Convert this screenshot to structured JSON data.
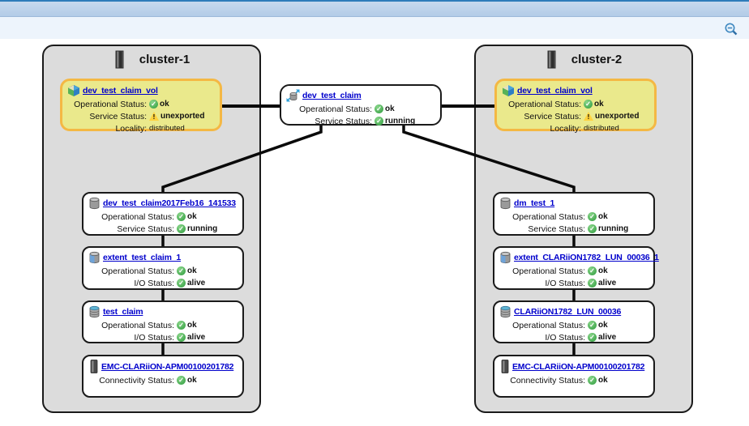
{
  "header": {
    "zoom_out_icon": "zoom-out-icon"
  },
  "clusters": [
    {
      "title": "cluster-1",
      "icon": "cluster-tower-icon"
    },
    {
      "title": "cluster-2",
      "icon": "cluster-tower-icon"
    }
  ],
  "status_colors": {
    "ok_green": "#2c9a3c",
    "warning_yellow": "#ffd23e",
    "link_blue": "#0000cc",
    "virtual_volume_fill": "#eae98c",
    "virtual_volume_border": "#f4b844"
  },
  "nodes": {
    "c1_vv": {
      "title": "dev_test_claim_vol",
      "icon": "virtual-volume-icon",
      "rows": [
        {
          "label": "Operational Status:",
          "value": "ok",
          "status_icon": "ok-icon"
        },
        {
          "label": "Service Status:",
          "value": "unexported",
          "status_icon": "warning-icon"
        },
        {
          "label": "Locality:",
          "value": "distributed",
          "status_icon": "none"
        }
      ]
    },
    "center": {
      "title": "dev_test_claim",
      "icon": "distributed-device-icon",
      "rows": [
        {
          "label": "Operational Status:",
          "value": "ok",
          "status_icon": "ok-icon"
        },
        {
          "label": "Service Status:",
          "value": "running",
          "status_icon": "ok-icon"
        }
      ]
    },
    "c2_vv": {
      "title": "dev_test_claim_vol",
      "icon": "virtual-volume-icon",
      "rows": [
        {
          "label": "Operational Status:",
          "value": "ok",
          "status_icon": "ok-icon"
        },
        {
          "label": "Service Status:",
          "value": "unexported",
          "status_icon": "warning-icon"
        },
        {
          "label": "Locality:",
          "value": "distributed",
          "status_icon": "none"
        }
      ]
    },
    "l1": {
      "title": "dev_test_claim2017Feb16_141533",
      "icon": "device-icon",
      "rows": [
        {
          "label": "Operational Status:",
          "value": "ok",
          "status_icon": "ok-icon"
        },
        {
          "label": "Service Status:",
          "value": "running",
          "status_icon": "ok-icon"
        }
      ]
    },
    "l2": {
      "title": "extent_test_claim_1",
      "icon": "extent-icon",
      "rows": [
        {
          "label": "Operational Status:",
          "value": "ok",
          "status_icon": "ok-icon"
        },
        {
          "label": "I/O Status:",
          "value": "alive",
          "status_icon": "ok-icon"
        }
      ]
    },
    "l3": {
      "title": "test_claim",
      "icon": "storage-volume-icon",
      "rows": [
        {
          "label": "Operational Status:",
          "value": "ok",
          "status_icon": "ok-icon"
        },
        {
          "label": "I/O Status:",
          "value": "alive",
          "status_icon": "ok-icon"
        }
      ]
    },
    "l4": {
      "title": "EMC-CLARiiON-APM00100201782",
      "icon": "array-icon",
      "rows": [
        {
          "label": "Connectivity Status:",
          "value": "ok",
          "status_icon": "ok-icon"
        }
      ]
    },
    "r1": {
      "title": "dm_test_1",
      "icon": "device-icon",
      "rows": [
        {
          "label": "Operational Status:",
          "value": "ok",
          "status_icon": "ok-icon"
        },
        {
          "label": "Service Status:",
          "value": "running",
          "status_icon": "ok-icon"
        }
      ]
    },
    "r2": {
      "title": "extent_CLARiiON1782_LUN_00036_1",
      "icon": "extent-icon",
      "rows": [
        {
          "label": "Operational Status:",
          "value": "ok",
          "status_icon": "ok-icon"
        },
        {
          "label": "I/O Status:",
          "value": "alive",
          "status_icon": "ok-icon"
        }
      ]
    },
    "r3": {
      "title": "CLARiiON1782_LUN_00036",
      "icon": "storage-volume-icon",
      "rows": [
        {
          "label": "Operational Status:",
          "value": "ok",
          "status_icon": "ok-icon"
        },
        {
          "label": "I/O Status:",
          "value": "alive",
          "status_icon": "ok-icon"
        }
      ]
    },
    "r4": {
      "title": "EMC-CLARiiON-APM00100201782",
      "icon": "array-icon",
      "rows": [
        {
          "label": "Connectivity Status:",
          "value": "ok",
          "status_icon": "ok-icon"
        }
      ]
    }
  }
}
